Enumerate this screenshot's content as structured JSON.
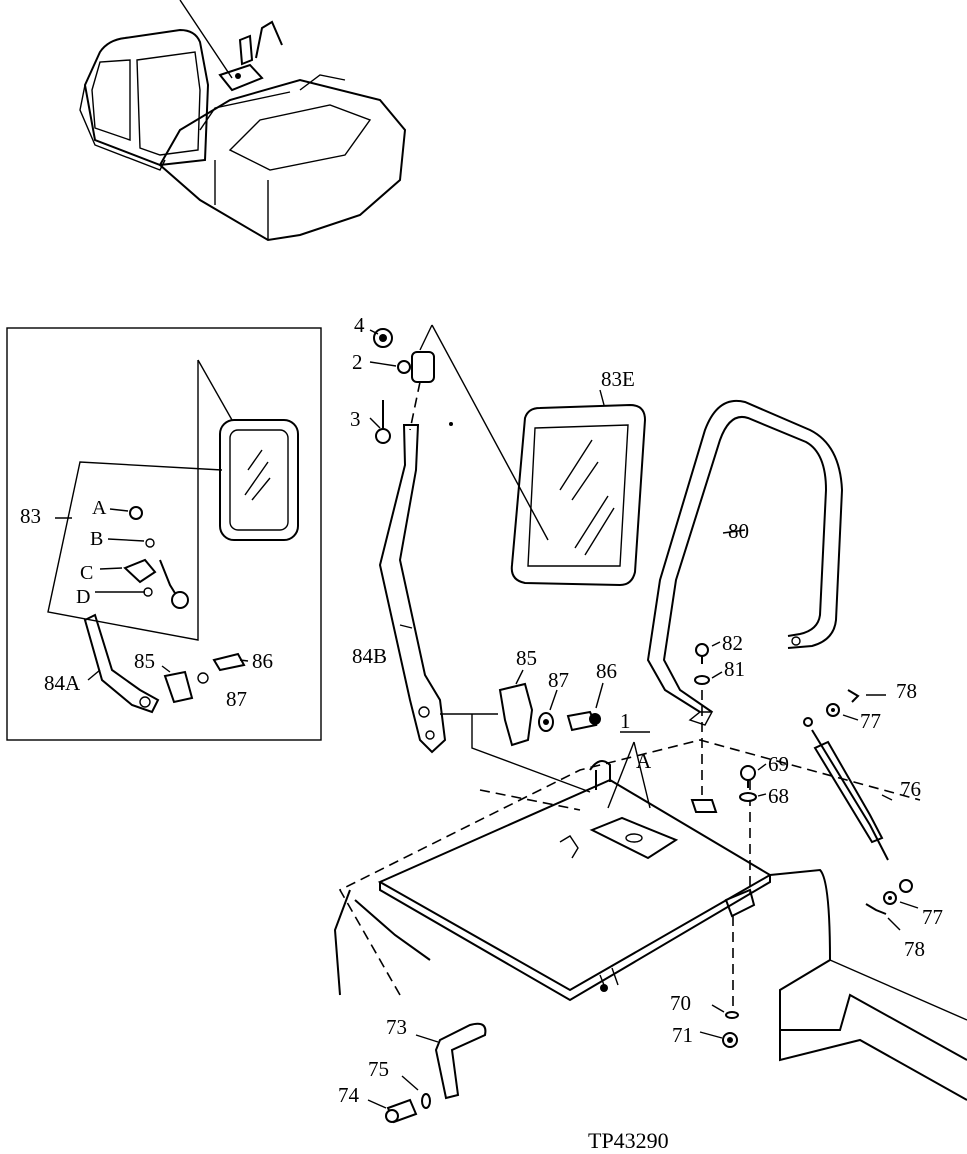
{
  "drawing_code": "TP43290",
  "callouts": {
    "c1": "1",
    "c2": "2",
    "c3": "3",
    "c4": "4",
    "c68": "68",
    "c69": "69",
    "c70": "70",
    "c71": "71",
    "c73": "73",
    "c74": "74",
    "c75": "75",
    "c76": "76",
    "c77a": "77",
    "c77b": "77",
    "c78a": "78",
    "c78b": "78",
    "c80": "80",
    "c81": "81",
    "c82": "82",
    "c83": "83",
    "c83A": "A",
    "c83B": "B",
    "c83C": "C",
    "c83D": "D",
    "c83E": "83E",
    "c84A": "84A",
    "c84B": "84B",
    "c85a": "85",
    "c85b": "85",
    "c86a": "86",
    "c86b": "86",
    "c87a": "87",
    "c87b": "87",
    "cA": "A"
  }
}
